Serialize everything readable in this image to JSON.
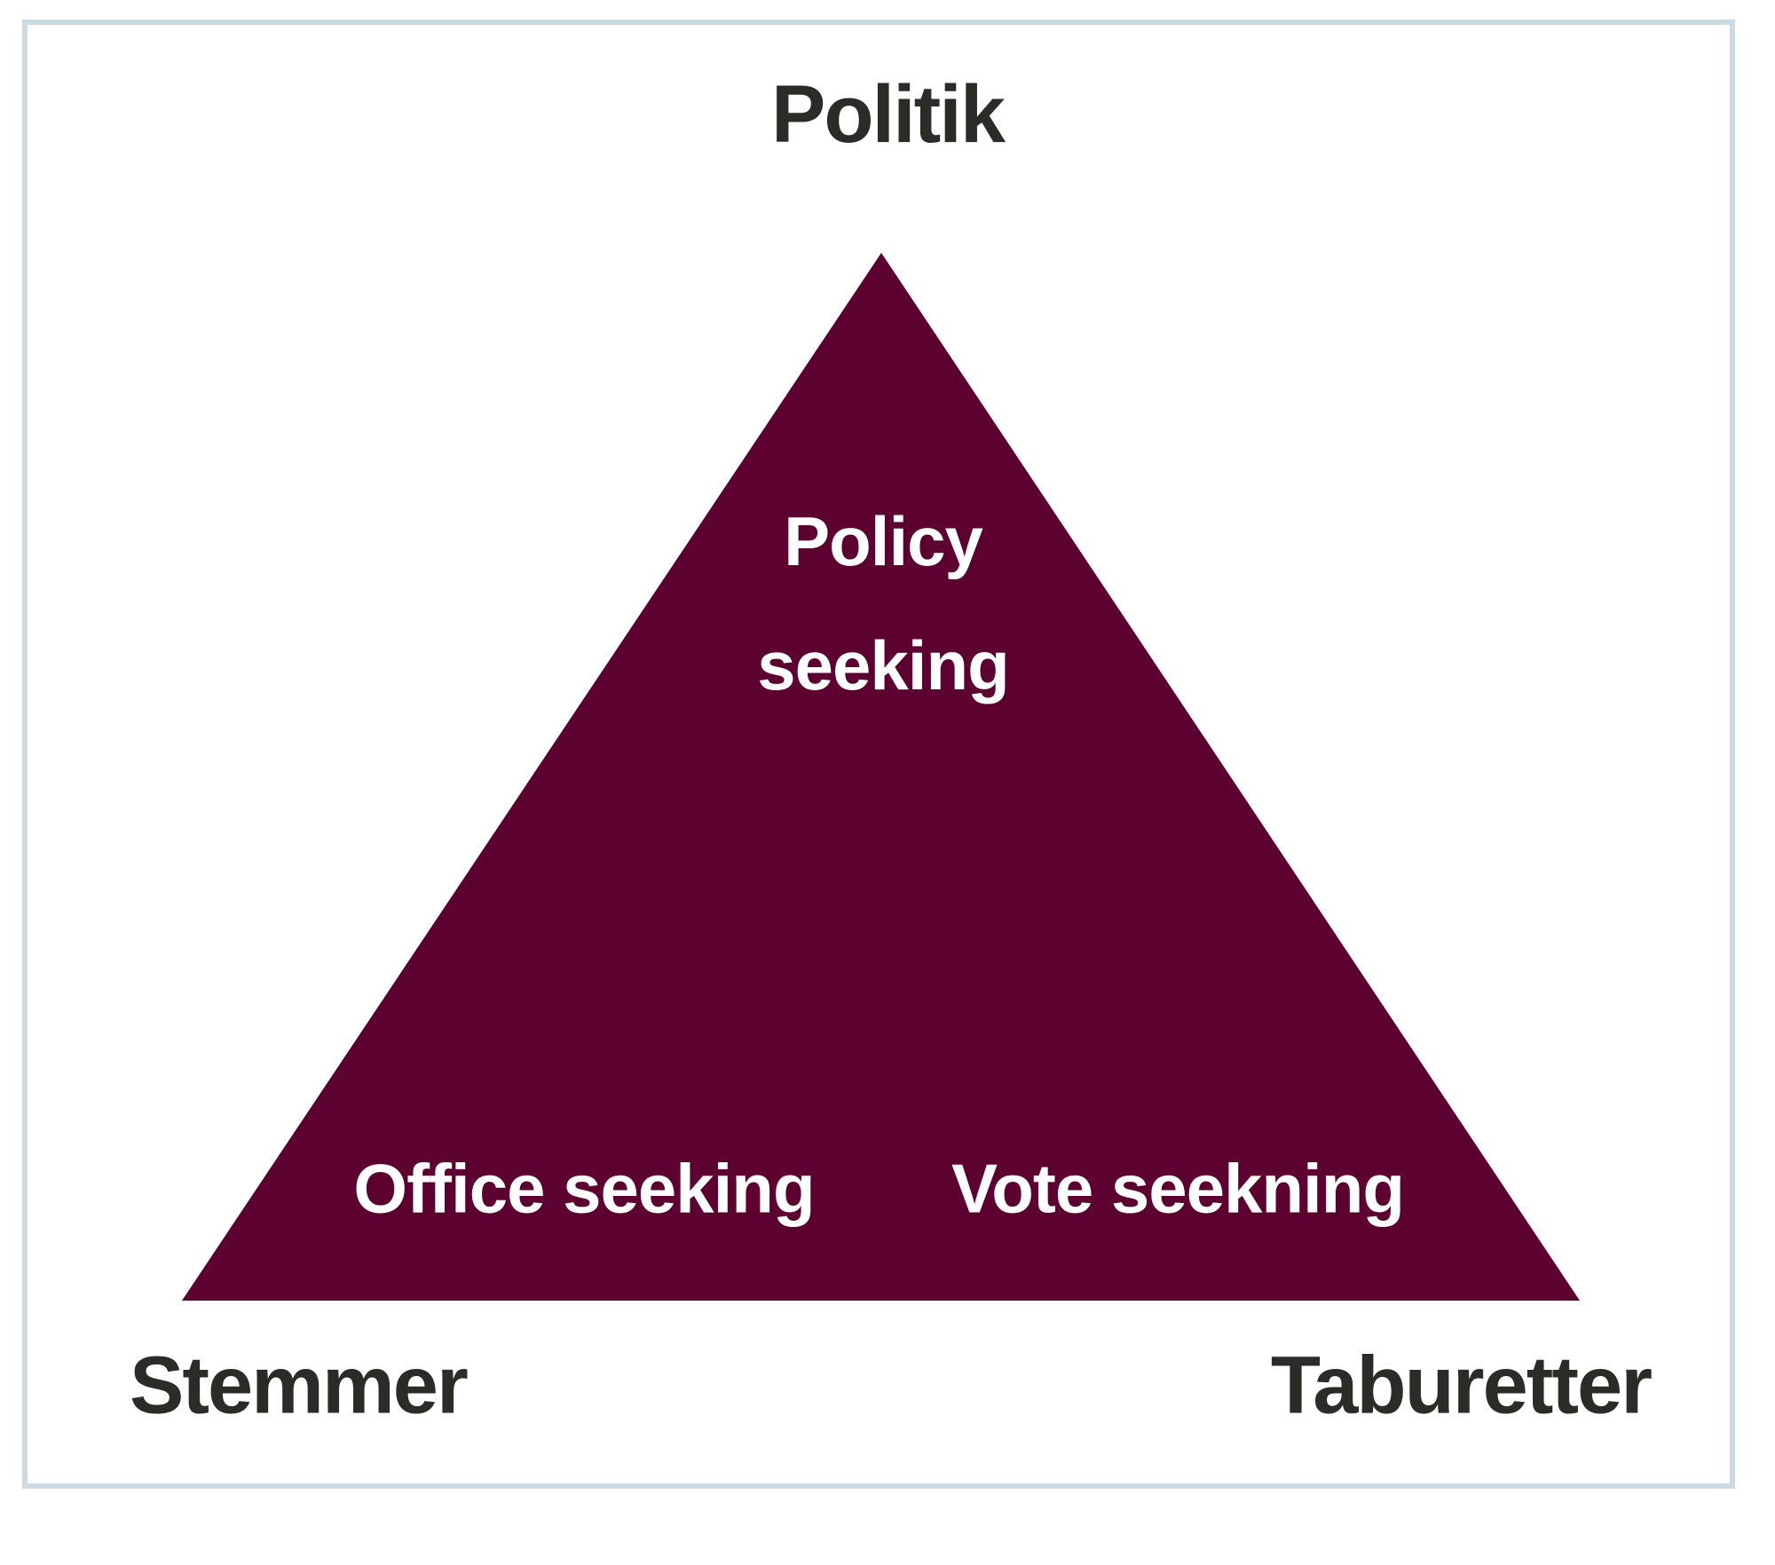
{
  "diagram": {
    "vertex_labels": {
      "top": "Politik",
      "bottom_left": "Stemmer",
      "bottom_right": "Taburetter"
    },
    "inner_labels": {
      "apex_line1": "Policy",
      "apex_line2": "seeking",
      "bottom_left": "Office seeking",
      "bottom_right": "Vote seekning"
    }
  },
  "colors": {
    "triangle": "#5C0130",
    "frame_border": "#CBDAE3",
    "outer_text": "#2B2B28",
    "inner_text": "#FFFFFF",
    "background": "#FFFFFF"
  }
}
